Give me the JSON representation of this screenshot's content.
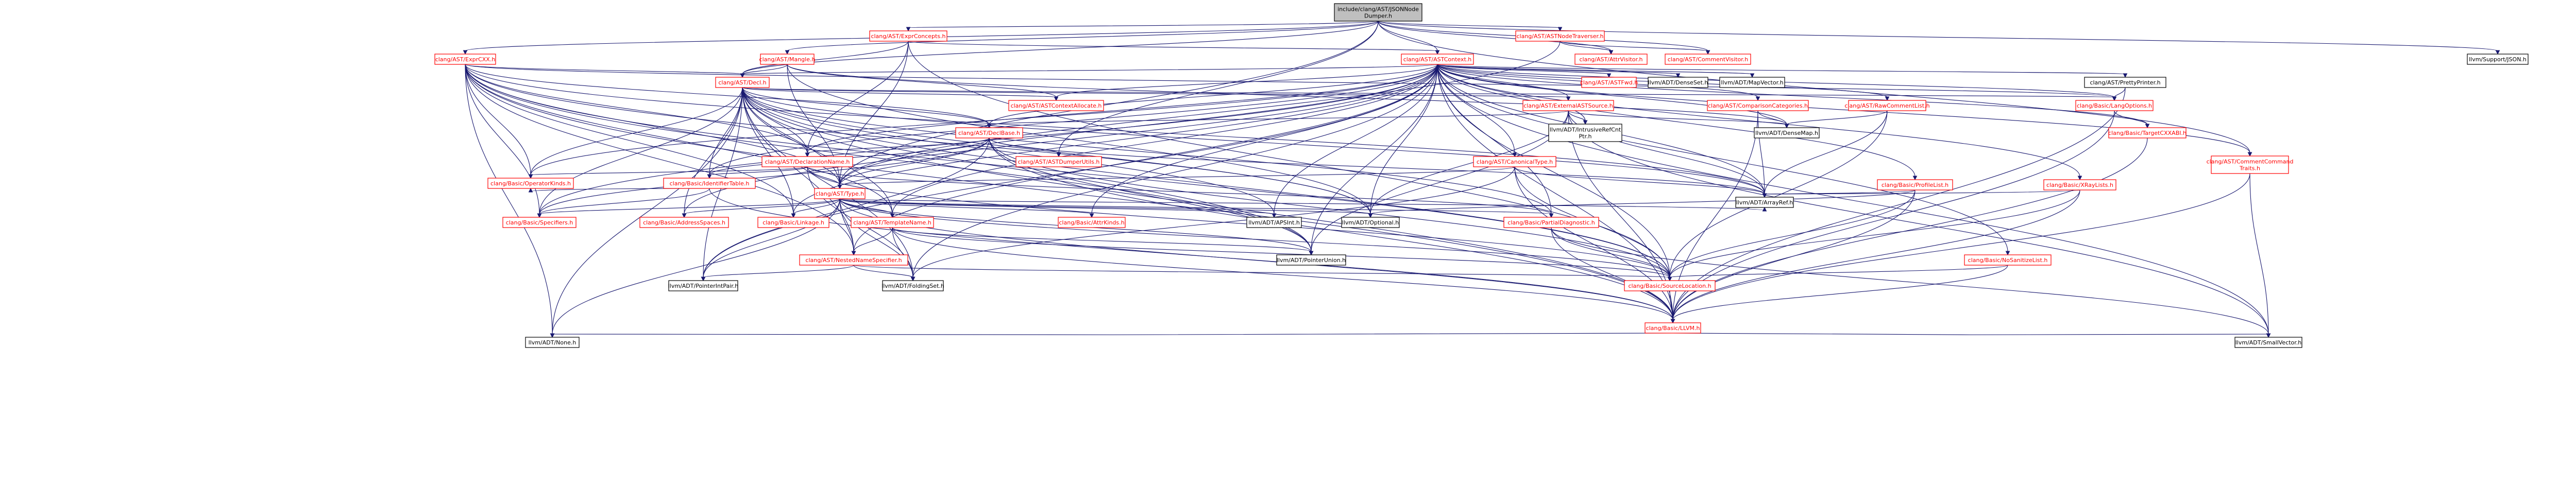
{
  "colors": {
    "edge": "#191970",
    "root_fill": "#bfbfbf",
    "node_fill": "#ffffff",
    "node_border_red": "#ff0000",
    "node_border_black": "#000000",
    "label_red": "#ff0000",
    "label_black": "#000000"
  },
  "nodes": [
    {
      "id": "root",
      "label": [
        "include/clang/AST/JSONNode",
        "Dumper.h"
      ],
      "style": "root"
    },
    {
      "id": "ASTNodeTraverser",
      "label": [
        "clang/AST/ASTNodeTraverser.h"
      ],
      "style": "red"
    },
    {
      "id": "ExprConcepts",
      "label": [
        "clang/AST/ExprConcepts.h"
      ],
      "style": "red"
    },
    {
      "id": "ExprCXX",
      "label": [
        "clang/AST/ExprCXX.h"
      ],
      "style": "red"
    },
    {
      "id": "Mangle",
      "label": [
        "clang/AST/Mangle.h"
      ],
      "style": "red"
    },
    {
      "id": "ASTContext",
      "label": [
        "clang/AST/ASTContext.h"
      ],
      "style": "red"
    },
    {
      "id": "AttrVisitor",
      "label": [
        "clang/AST/AttrVisitor.h"
      ],
      "style": "red"
    },
    {
      "id": "CommentVisitor",
      "label": [
        "clang/AST/CommentVisitor.h"
      ],
      "style": "red"
    },
    {
      "id": "SupportJSON",
      "label": [
        "llvm/Support/JSON.h"
      ],
      "style": "black"
    },
    {
      "id": "DeclT",
      "label": [
        "clang/AST/Decl.h"
      ],
      "style": "red"
    },
    {
      "id": "ASTFwd",
      "label": [
        "clang/AST/ASTFwd.h"
      ],
      "style": "red"
    },
    {
      "id": "DenseSet",
      "label": [
        "llvm/ADT/DenseSet.h"
      ],
      "style": "black"
    },
    {
      "id": "MapVector",
      "label": [
        "llvm/ADT/MapVector.h"
      ],
      "style": "black"
    },
    {
      "id": "PrettyPrinter",
      "label": [
        "clang/AST/PrettyPrinter.h"
      ],
      "style": "black"
    },
    {
      "id": "CommentCommandTraits",
      "label": [
        "clang/AST/CommentCommand",
        "Traits.h"
      ],
      "style": "red"
    },
    {
      "id": "ASTContextAllocate",
      "label": [
        "clang/AST/ASTContextAllocate.h"
      ],
      "style": "red"
    },
    {
      "id": "ExternalASTSource",
      "label": [
        "clang/AST/ExternalASTSource.h"
      ],
      "style": "red"
    },
    {
      "id": "ComparisonCategories",
      "label": [
        "clang/AST/ComparisonCategories.h"
      ],
      "style": "red"
    },
    {
      "id": "RawCommentList",
      "label": [
        "clang/AST/RawCommentList.h"
      ],
      "style": "red"
    },
    {
      "id": "LangOptions",
      "label": [
        "clang/Basic/LangOptions.h"
      ],
      "style": "red"
    },
    {
      "id": "TargetCXXABI",
      "label": [
        "clang/Basic/TargetCXXABI.h"
      ],
      "style": "red"
    },
    {
      "id": "DeclBase",
      "label": [
        "clang/AST/DeclBase.h"
      ],
      "style": "red"
    },
    {
      "id": "IntrusiveRefCntPtr",
      "label": [
        "llvm/ADT/IntrusiveRefCnt",
        "Ptr.h"
      ],
      "style": "black"
    },
    {
      "id": "DenseMap",
      "label": [
        "llvm/ADT/DenseMap.h"
      ],
      "style": "black"
    },
    {
      "id": "DeclarationName",
      "label": [
        "clang/AST/DeclarationName.h"
      ],
      "style": "red"
    },
    {
      "id": "ASTDumperUtils",
      "label": [
        "clang/AST/ASTDumperUtils.h"
      ],
      "style": "red"
    },
    {
      "id": "CanonicalType",
      "label": [
        "clang/AST/CanonicalType.h"
      ],
      "style": "red"
    },
    {
      "id": "OperatorKinds",
      "label": [
        "clang/Basic/OperatorKinds.h"
      ],
      "style": "red"
    },
    {
      "id": "IdentifierTable",
      "label": [
        "clang/Basic/IdentifierTable.h"
      ],
      "style": "red"
    },
    {
      "id": "Type",
      "label": [
        "clang/AST/Type.h"
      ],
      "style": "red"
    },
    {
      "id": "ProfileList",
      "label": [
        "clang/Basic/ProfileList.h"
      ],
      "style": "red"
    },
    {
      "id": "XRayLists",
      "label": [
        "clang/Basic/XRayLists.h"
      ],
      "style": "red"
    },
    {
      "id": "ArrayRef",
      "label": [
        "llvm/ADT/ArrayRef.h"
      ],
      "style": "black"
    },
    {
      "id": "Specifiers",
      "label": [
        "clang/Basic/Specifiers.h"
      ],
      "style": "red"
    },
    {
      "id": "AddressSpaces",
      "label": [
        "clang/Basic/AddressSpaces.h"
      ],
      "style": "red"
    },
    {
      "id": "Linkage",
      "label": [
        "clang/Basic/Linkage.h"
      ],
      "style": "red"
    },
    {
      "id": "TemplateName",
      "label": [
        "clang/AST/TemplateName.h"
      ],
      "style": "red"
    },
    {
      "id": "AttrKinds",
      "label": [
        "clang/Basic/AttrKinds.h"
      ],
      "style": "red"
    },
    {
      "id": "APSInt",
      "label": [
        "llvm/ADT/APSInt.h"
      ],
      "style": "black"
    },
    {
      "id": "Optional",
      "label": [
        "llvm/ADT/Optional.h"
      ],
      "style": "black"
    },
    {
      "id": "PartialDiagnostic",
      "label": [
        "clang/Basic/PartialDiagnostic.h"
      ],
      "style": "red"
    },
    {
      "id": "NestedNameSpecifier",
      "label": [
        "clang/AST/NestedNameSpecifier.h"
      ],
      "style": "red"
    },
    {
      "id": "PointerUnion",
      "label": [
        "llvm/ADT/PointerUnion.h"
      ],
      "style": "black"
    },
    {
      "id": "NoSanitizeList",
      "label": [
        "clang/Basic/NoSanitizeList.h"
      ],
      "style": "red"
    },
    {
      "id": "PointerIntPair",
      "label": [
        "llvm/ADT/PointerIntPair.h"
      ],
      "style": "black"
    },
    {
      "id": "FoldingSet",
      "label": [
        "llvm/ADT/FoldingSet.h"
      ],
      "style": "black"
    },
    {
      "id": "SourceLocation",
      "label": [
        "clang/Basic/SourceLocation.h"
      ],
      "style": "red"
    },
    {
      "id": "LLVM",
      "label": [
        "clang/Basic/LLVM.h"
      ],
      "style": "red"
    },
    {
      "id": "None",
      "label": [
        "llvm/ADT/None.h"
      ],
      "style": "black"
    },
    {
      "id": "SmallVector",
      "label": [
        "llvm/ADT/SmallVector.h"
      ],
      "style": "black"
    }
  ],
  "edges": [
    [
      "root",
      "ASTNodeTraverser"
    ],
    [
      "root",
      "ExprConcepts"
    ],
    [
      "root",
      "ExprCXX"
    ],
    [
      "root",
      "Mangle"
    ],
    [
      "root",
      "ASTContext"
    ],
    [
      "root",
      "AttrVisitor"
    ],
    [
      "root",
      "CommentVisitor"
    ],
    [
      "root",
      "SupportJSON"
    ],
    [
      "root",
      "CommentCommandTraits"
    ],
    [
      "root",
      "ASTDumperUtils"
    ],
    [
      "root",
      "Type"
    ],
    [
      "root",
      "DeclT"
    ],
    [
      "ASTNodeTraverser",
      "AttrVisitor"
    ],
    [
      "ASTNodeTraverser",
      "CommentVisitor"
    ],
    [
      "ASTNodeTraverser",
      "Type"
    ],
    [
      "ExprConcepts",
      "ASTContext"
    ],
    [
      "ExprConcepts",
      "DeclT"
    ],
    [
      "ExprConcepts",
      "DeclarationName"
    ],
    [
      "ExprConcepts",
      "Type"
    ],
    [
      "ExprConcepts",
      "SourceLocation"
    ],
    [
      "ExprCXX",
      "DeclT"
    ],
    [
      "ExprCXX",
      "DeclBase"
    ],
    [
      "ExprCXX",
      "DeclarationName"
    ],
    [
      "ExprCXX",
      "NestedNameSpecifier"
    ],
    [
      "ExprCXX",
      "TemplateName"
    ],
    [
      "ExprCXX",
      "Type"
    ],
    [
      "ExprCXX",
      "Specifiers"
    ],
    [
      "ExprCXX",
      "OperatorKinds"
    ],
    [
      "ExprCXX",
      "LangOptions"
    ],
    [
      "ExprCXX",
      "SourceLocation"
    ],
    [
      "ExprCXX",
      "None"
    ],
    [
      "ExprCXX",
      "Optional"
    ],
    [
      "ExprCXX",
      "PointerUnion"
    ],
    [
      "ExprCXX",
      "ArrayRef"
    ],
    [
      "ExprCXX",
      "Linkage"
    ],
    [
      "ExprCXX",
      "LLVM"
    ],
    [
      "Mangle",
      "DeclT"
    ],
    [
      "Mangle",
      "Type"
    ],
    [
      "Mangle",
      "Optional"
    ],
    [
      "Mangle",
      "DenseMap"
    ],
    [
      "Mangle",
      "ASTContextAllocate"
    ],
    [
      "ASTContext",
      "ASTFwd"
    ],
    [
      "ASTContext",
      "DenseSet"
    ],
    [
      "ASTContext",
      "MapVector"
    ],
    [
      "ASTContext",
      "PrettyPrinter"
    ],
    [
      "ASTContext",
      "CommentCommandTraits"
    ],
    [
      "ASTContext",
      "ASTContextAllocate"
    ],
    [
      "ASTContext",
      "ExternalASTSource"
    ],
    [
      "ASTContext",
      "ComparisonCategories"
    ],
    [
      "ASTContext",
      "RawCommentList"
    ],
    [
      "ASTContext",
      "LangOptions"
    ],
    [
      "ASTContext",
      "TargetCXXABI"
    ],
    [
      "ASTContext",
      "DeclBase"
    ],
    [
      "ASTContext",
      "IntrusiveRefCntPtr"
    ],
    [
      "ASTContext",
      "DenseMap"
    ],
    [
      "ASTContext",
      "DeclarationName"
    ],
    [
      "ASTContext",
      "CanonicalType"
    ],
    [
      "ASTContext",
      "IdentifierTable"
    ],
    [
      "ASTContext",
      "OperatorKinds"
    ],
    [
      "ASTContext",
      "Type"
    ],
    [
      "ASTContext",
      "ProfileList"
    ],
    [
      "ASTContext",
      "XRayLists"
    ],
    [
      "ASTContext",
      "ArrayRef"
    ],
    [
      "ASTContext",
      "Specifiers"
    ],
    [
      "ASTContext",
      "AddressSpaces"
    ],
    [
      "ASTContext",
      "Linkage"
    ],
    [
      "ASTContext",
      "TemplateName"
    ],
    [
      "ASTContext",
      "AttrKinds"
    ],
    [
      "ASTContext",
      "APSInt"
    ],
    [
      "ASTContext",
      "Optional"
    ],
    [
      "ASTContext",
      "PartialDiagnostic"
    ],
    [
      "ASTContext",
      "NestedNameSpecifier"
    ],
    [
      "ASTContext",
      "PointerUnion"
    ],
    [
      "ASTContext",
      "NoSanitizeList"
    ],
    [
      "ASTContext",
      "PointerIntPair"
    ],
    [
      "ASTContext",
      "FoldingSet"
    ],
    [
      "ASTContext",
      "SourceLocation"
    ],
    [
      "ASTContext",
      "LLVM"
    ],
    [
      "ASTContext",
      "SmallVector"
    ],
    [
      "ASTContext",
      "DeclT"
    ],
    [
      "DeclT",
      "ASTContextAllocate"
    ],
    [
      "DeclT",
      "DeclBase"
    ],
    [
      "DeclT",
      "DeclarationName"
    ],
    [
      "DeclT",
      "ExternalASTSource"
    ],
    [
      "DeclT",
      "NestedNameSpecifier"
    ],
    [
      "DeclT",
      "Type"
    ],
    [
      "DeclT",
      "Specifiers"
    ],
    [
      "DeclT",
      "AddressSpaces"
    ],
    [
      "DeclT",
      "Linkage"
    ],
    [
      "DeclT",
      "OperatorKinds"
    ],
    [
      "DeclT",
      "IdentifierTable"
    ],
    [
      "DeclT",
      "PartialDiagnostic"
    ],
    [
      "DeclT",
      "SourceLocation"
    ],
    [
      "DeclT",
      "LLVM"
    ],
    [
      "DeclT",
      "APSInt"
    ],
    [
      "DeclT",
      "ArrayRef"
    ],
    [
      "DeclT",
      "None"
    ],
    [
      "DeclT",
      "Optional"
    ],
    [
      "DeclT",
      "PointerIntPair"
    ],
    [
      "DeclT",
      "PointerUnion"
    ],
    [
      "DeclT",
      "FoldingSet"
    ],
    [
      "DeclT",
      "LangOptions"
    ],
    [
      "DeclT",
      "TemplateName"
    ],
    [
      "PrettyPrinter",
      "LangOptions"
    ],
    [
      "PrettyPrinter",
      "LLVM"
    ],
    [
      "CommentCommandTraits",
      "LLVM"
    ],
    [
      "CommentCommandTraits",
      "SmallVector"
    ],
    [
      "ExternalASTSource",
      "DeclBase"
    ],
    [
      "ExternalASTSource",
      "LLVM"
    ],
    [
      "ExternalASTSource",
      "ArrayRef"
    ],
    [
      "ExternalASTSource",
      "DenseMap"
    ],
    [
      "ExternalASTSource",
      "IntrusiveRefCntPtr"
    ],
    [
      "ExternalASTSource",
      "Optional"
    ],
    [
      "ExternalASTSource",
      "PointerUnion"
    ],
    [
      "ExternalASTSource",
      "SmallVector"
    ],
    [
      "ComparisonCategories",
      "DenseMap"
    ],
    [
      "ComparisonCategories",
      "ArrayRef"
    ],
    [
      "ComparisonCategories",
      "LLVM"
    ],
    [
      "RawCommentList",
      "DenseMap"
    ],
    [
      "RawCommentList",
      "ArrayRef"
    ],
    [
      "RawCommentList",
      "SourceLocation"
    ],
    [
      "LangOptions",
      "TargetCXXABI"
    ],
    [
      "LangOptions",
      "LLVM"
    ],
    [
      "TargetCXXABI",
      "LLVM"
    ],
    [
      "DeclBase",
      "ASTDumperUtils"
    ],
    [
      "DeclBase",
      "DeclarationName"
    ],
    [
      "DeclBase",
      "IdentifierTable"
    ],
    [
      "DeclBase",
      "Specifiers"
    ],
    [
      "DeclBase",
      "SourceLocation"
    ],
    [
      "DeclBase",
      "LLVM"
    ],
    [
      "DeclBase",
      "ArrayRef"
    ],
    [
      "DeclBase",
      "PointerIntPair"
    ],
    [
      "DeclBase",
      "PointerUnion"
    ],
    [
      "DeclBase",
      "Type"
    ],
    [
      "DeclarationName",
      "Type"
    ],
    [
      "DeclarationName",
      "IdentifierTable"
    ],
    [
      "DeclarationName",
      "OperatorKinds"
    ],
    [
      "DeclarationName",
      "PartialDiagnostic"
    ],
    [
      "DeclarationName",
      "SourceLocation"
    ],
    [
      "DeclarationName",
      "FoldingSet"
    ],
    [
      "CanonicalType",
      "Type"
    ],
    [
      "CanonicalType",
      "LLVM"
    ],
    [
      "CanonicalType",
      "SourceLocation"
    ],
    [
      "CanonicalType",
      "FoldingSet"
    ],
    [
      "CanonicalType",
      "ArrayRef"
    ],
    [
      "IdentifierTable",
      "Specifiers"
    ],
    [
      "IdentifierTable",
      "OperatorKinds"
    ],
    [
      "IdentifierTable",
      "LLVM"
    ],
    [
      "Type",
      "AddressSpaces"
    ],
    [
      "Type",
      "AttrKinds"
    ],
    [
      "Type",
      "Linkage"
    ],
    [
      "Type",
      "PartialDiagnostic"
    ],
    [
      "Type",
      "SourceLocation"
    ],
    [
      "Type",
      "Specifiers"
    ],
    [
      "Type",
      "NestedNameSpecifier"
    ],
    [
      "Type",
      "TemplateName"
    ],
    [
      "Type",
      "APSInt"
    ],
    [
      "Type",
      "ArrayRef"
    ],
    [
      "Type",
      "FoldingSet"
    ],
    [
      "Type",
      "None"
    ],
    [
      "Type",
      "Optional"
    ],
    [
      "Type",
      "PointerIntPair"
    ],
    [
      "Type",
      "PointerUnion"
    ],
    [
      "Type",
      "LLVM"
    ],
    [
      "ProfileList",
      "LLVM"
    ],
    [
      "ProfileList",
      "SourceLocation"
    ],
    [
      "ProfileList",
      "ArrayRef"
    ],
    [
      "ProfileList",
      "Optional"
    ],
    [
      "XRayLists",
      "LLVM"
    ],
    [
      "XRayLists",
      "SourceLocation"
    ],
    [
      "XRayLists",
      "ArrayRef"
    ],
    [
      "TemplateName",
      "NestedNameSpecifier"
    ],
    [
      "TemplateName",
      "SourceLocation"
    ],
    [
      "TemplateName",
      "FoldingSet"
    ],
    [
      "TemplateName",
      "PointerUnion"
    ],
    [
      "TemplateName",
      "LLVM"
    ],
    [
      "PartialDiagnostic",
      "SourceLocation"
    ],
    [
      "PartialDiagnostic",
      "LLVM"
    ],
    [
      "PartialDiagnostic",
      "SmallVector"
    ],
    [
      "NestedNameSpecifier",
      "PointerIntPair"
    ],
    [
      "NestedNameSpecifier",
      "FoldingSet"
    ],
    [
      "NestedNameSpecifier",
      "SourceLocation"
    ],
    [
      "NoSanitizeList",
      "SourceLocation"
    ],
    [
      "NoSanitizeList",
      "LLVM"
    ],
    [
      "SourceLocation",
      "LLVM"
    ],
    [
      "LLVM",
      "None"
    ],
    [
      "LLVM",
      "SmallVector"
    ]
  ]
}
